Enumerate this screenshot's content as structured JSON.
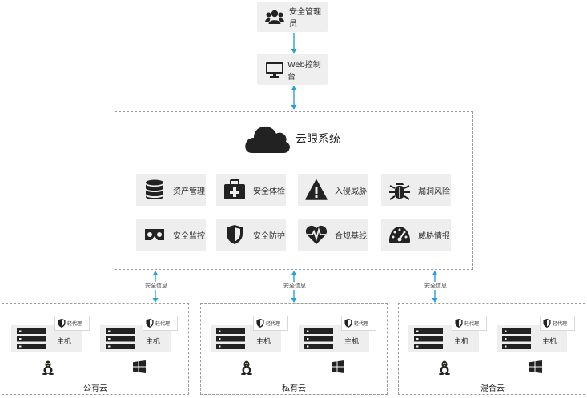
{
  "admin": {
    "label": "安全管理员",
    "icon": "users-icon"
  },
  "console": {
    "label": "Web控制台",
    "icon": "monitor-icon"
  },
  "system": {
    "title": "云眼系统",
    "modules": [
      {
        "label": "资产管理",
        "icon": "database-icon"
      },
      {
        "label": "安全体检",
        "icon": "medical-kit-icon"
      },
      {
        "label": "入侵威胁",
        "icon": "warning-icon"
      },
      {
        "label": "漏洞风险",
        "icon": "bug-icon"
      },
      {
        "label": "安全监控",
        "icon": "vr-glasses-icon"
      },
      {
        "label": "安全防护",
        "icon": "shield-icon"
      },
      {
        "label": "合规基线",
        "icon": "heartbeat-icon"
      },
      {
        "label": "威胁情报",
        "icon": "speedometer-icon"
      }
    ]
  },
  "links": {
    "label": "安全信息"
  },
  "clouds": [
    {
      "name": "公有云",
      "host_label": "主机",
      "agent_label": "轻代理"
    },
    {
      "name": "私有云",
      "host_label": "主机",
      "agent_label": "轻代理"
    },
    {
      "name": "混合云",
      "host_label": "主机",
      "agent_label": "轻代理"
    }
  ],
  "colors": {
    "arrow": "#2a9fd8",
    "box": "#efefef",
    "icon": "#222222",
    "dash": "#9a9a9a"
  }
}
